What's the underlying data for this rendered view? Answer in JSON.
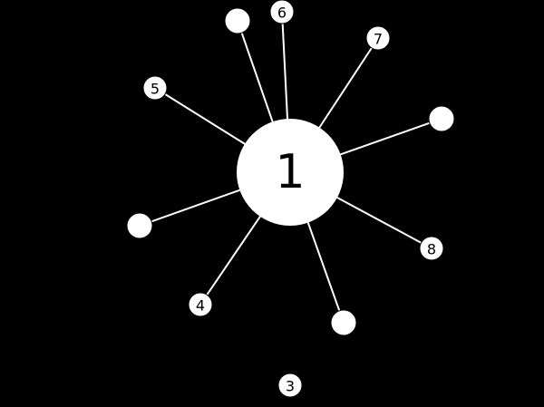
{
  "level": "1",
  "colors": {
    "background": "#000000",
    "foreground": "#ffffff",
    "text": "#000000"
  },
  "pinned_balls": [
    {
      "label": ""
    },
    {
      "label": "6"
    },
    {
      "label": "7"
    },
    {
      "label": "5"
    },
    {
      "label": ""
    },
    {
      "label": ""
    },
    {
      "label": "8"
    },
    {
      "label": "4"
    },
    {
      "label": ""
    }
  ],
  "queue": [
    {
      "label": "3"
    }
  ]
}
